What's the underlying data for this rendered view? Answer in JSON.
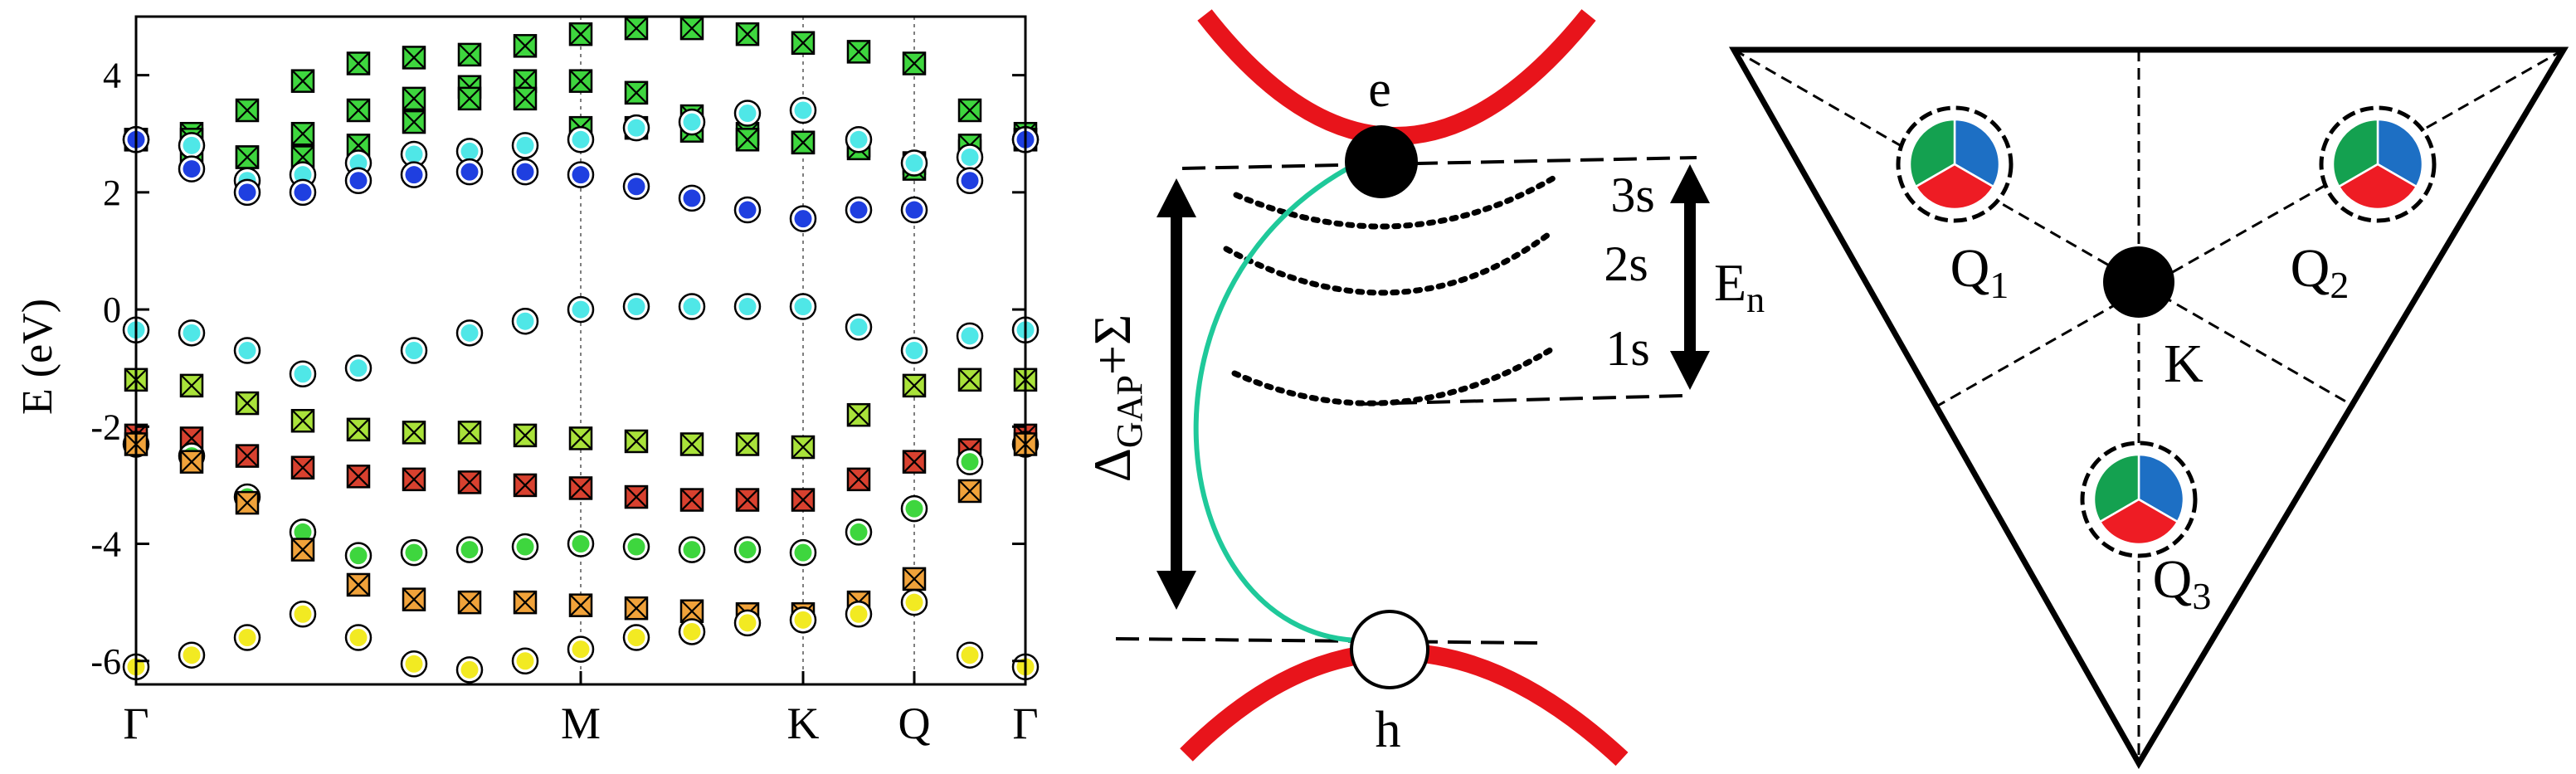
{
  "band_panel": {
    "ylabel": "E (eV)",
    "yticks": [
      "4",
      "2",
      "0",
      "-2",
      "-4",
      "-6"
    ],
    "ytick_values": [
      4,
      2,
      0,
      -2,
      -4,
      -6
    ],
    "ylim": [
      -6.4,
      5.0
    ],
    "kpoints": [
      "Γ",
      "M",
      "K",
      "Q",
      "Γ"
    ],
    "kpoint_positions": [
      0,
      1,
      1.5,
      1.75,
      2
    ],
    "grid": "vertical dashed lines at M, K, Q",
    "legend": "none",
    "marker_colors": {
      "blue": "#1f3fe0",
      "cyan": "#4fe7e7",
      "green": "#3ed63e",
      "yellowgreen": "#a9e23a",
      "yellow": "#f2ea22",
      "orange": "#f0a23a",
      "red": "#d8412f"
    }
  },
  "chart_data": {
    "type": "scatter",
    "title": "",
    "xlabel": "",
    "ylabel": "E (eV)",
    "x_ticks": [
      "Γ",
      "M",
      "K",
      "Q",
      "Γ"
    ],
    "ylim": [
      -6.4,
      5.0
    ],
    "bands": [
      {
        "marker": "box-x",
        "color": "#3ed63e",
        "x": [
          0,
          0.125,
          0.25,
          0.375,
          0.5,
          0.625,
          0.75,
          0.875,
          1,
          1.125,
          1.25,
          1.375,
          1.5,
          1.625,
          1.75,
          1.875,
          2
        ],
        "y": [
          2.9,
          3.0,
          3.4,
          3.9,
          4.2,
          4.3,
          4.35,
          4.5,
          4.7,
          4.8,
          4.8,
          4.7,
          4.55,
          4.4,
          4.2,
          3.4,
          3.0
        ]
      },
      {
        "marker": "box-x",
        "color": "#3ed63e",
        "x": [
          0,
          0.125,
          0.25,
          0.375,
          0.5,
          0.625,
          0.75,
          0.875,
          1,
          1.125,
          1.25,
          1.375,
          1.5,
          1.625,
          1.75,
          1.875,
          2
        ],
        "y": [
          2.9,
          2.9,
          2.6,
          3.0,
          3.4,
          3.6,
          3.8,
          3.9,
          3.9,
          3.7,
          3.3,
          3.0,
          2.85,
          2.8,
          2.5,
          2.7,
          2.9
        ]
      },
      {
        "marker": "box-x",
        "color": "#3ed63e",
        "x": [
          0,
          0.125,
          0.25,
          0.375,
          0.5,
          0.625,
          0.75,
          0.875,
          1,
          1.125,
          1.25,
          1.375,
          1.5,
          1.625,
          1.75,
          1.875,
          2
        ],
        "y": [
          2.9,
          2.7,
          2.6,
          2.6,
          2.8,
          3.2,
          3.6,
          3.6,
          3.1,
          3.1,
          3.05,
          2.9,
          2.85,
          2.75,
          2.4,
          2.8,
          2.9
        ]
      },
      {
        "marker": "circle",
        "color": "#4fe7e7",
        "x": [
          0,
          0.125,
          0.25,
          0.375,
          0.5,
          0.625,
          0.75,
          0.875,
          1,
          1.125,
          1.25,
          1.375,
          1.5,
          1.625,
          1.75,
          1.875,
          2
        ],
        "y": [
          2.9,
          2.8,
          2.2,
          2.3,
          2.5,
          2.65,
          2.7,
          2.8,
          2.9,
          3.1,
          3.2,
          3.35,
          3.4,
          2.9,
          2.5,
          2.6,
          2.9
        ]
      },
      {
        "marker": "circle",
        "color": "#1f3fe0",
        "x": [
          0,
          0.125,
          0.25,
          0.375,
          0.5,
          0.625,
          0.75,
          0.875,
          1,
          1.125,
          1.25,
          1.375,
          1.5,
          1.625,
          1.75,
          1.875,
          2
        ],
        "y": [
          2.9,
          2.4,
          2.0,
          2.0,
          2.2,
          2.3,
          2.35,
          2.35,
          2.3,
          2.1,
          1.9,
          1.7,
          1.55,
          1.7,
          1.7,
          2.2,
          2.9
        ]
      },
      {
        "marker": "circle",
        "color": "#4fe7e7",
        "x": [
          0,
          0.125,
          0.25,
          0.375,
          0.5,
          0.625,
          0.75,
          0.875,
          1,
          1.125,
          1.25,
          1.375,
          1.5,
          1.625,
          1.75,
          1.875,
          2
        ],
        "y": [
          -0.35,
          -0.4,
          -0.7,
          -1.1,
          -1.0,
          -0.7,
          -0.4,
          -0.2,
          0.0,
          0.05,
          0.05,
          0.05,
          0.05,
          -0.3,
          -0.7,
          -0.45,
          -0.35
        ]
      },
      {
        "marker": "box-x",
        "color": "#a9e23a",
        "x": [
          0,
          0.125,
          0.25,
          0.375,
          0.5,
          0.625,
          0.75,
          0.875,
          1,
          1.125,
          1.25,
          1.375,
          1.5,
          1.625,
          1.75,
          1.875,
          2
        ],
        "y": [
          -1.2,
          -1.3,
          -1.6,
          -1.9,
          -2.05,
          -2.1,
          -2.1,
          -2.15,
          -2.2,
          -2.25,
          -2.3,
          -2.3,
          -2.35,
          -1.8,
          -1.3,
          -1.2,
          -1.2
        ]
      },
      {
        "marker": "box-x",
        "color": "#d8412f",
        "x": [
          0,
          0.125,
          0.25,
          0.375,
          0.5,
          0.625,
          0.75,
          0.875,
          1,
          1.125,
          1.25,
          1.375,
          1.5,
          1.625,
          1.75,
          1.875,
          2
        ],
        "y": [
          -2.15,
          -2.2,
          -2.5,
          -2.7,
          -2.85,
          -2.9,
          -2.95,
          -3.0,
          -3.05,
          -3.2,
          -3.25,
          -3.25,
          -3.25,
          -2.9,
          -2.6,
          -2.4,
          -2.15
        ]
      },
      {
        "marker": "circle",
        "color": "#3ed63e",
        "x": [
          0,
          0.125,
          0.25,
          0.375,
          0.5,
          0.625,
          0.75,
          0.875,
          1,
          1.125,
          1.25,
          1.375,
          1.5,
          1.625,
          1.75,
          1.875,
          2
        ],
        "y": [
          -2.3,
          -2.5,
          -3.2,
          -3.8,
          -4.2,
          -4.15,
          -4.1,
          -4.05,
          -4.0,
          -4.05,
          -4.1,
          -4.1,
          -4.15,
          -3.8,
          -3.4,
          -2.6,
          -2.3
        ]
      },
      {
        "marker": "box-x",
        "color": "#f0a23a",
        "x": [
          0,
          0.125,
          0.25,
          0.375,
          0.5,
          0.625,
          0.75,
          0.875,
          1,
          1.125,
          1.25,
          1.375,
          1.5,
          1.625,
          1.75,
          1.875,
          2
        ],
        "y": [
          -2.3,
          -2.6,
          -3.3,
          -4.1,
          -4.7,
          -4.95,
          -5.0,
          -5.0,
          -5.05,
          -5.1,
          -5.15,
          -5.2,
          -5.2,
          -5.0,
          -4.6,
          -3.1,
          -2.3
        ]
      },
      {
        "marker": "circle",
        "color": "#f2ea22",
        "x": [
          0,
          0.125,
          0.25,
          0.375,
          0.5,
          0.625,
          0.75,
          0.875,
          1,
          1.125,
          1.25,
          1.375,
          1.5,
          1.625,
          1.75,
          1.875,
          2
        ],
        "y": [
          -6.1,
          -5.9,
          -5.6,
          -5.2,
          -5.6,
          -6.05,
          -6.15,
          -6.0,
          -5.8,
          -5.6,
          -5.5,
          -5.35,
          -5.3,
          -5.2,
          -5.0,
          -5.9,
          -6.1
        ]
      }
    ]
  },
  "exciton_panel": {
    "electron_label": "e",
    "hole_label": "h",
    "gap_label": "Δ",
    "gap_subscript": "GAP",
    "gap_suffix": "+Σ",
    "levels": [
      "3s",
      "2s",
      "1s"
    ],
    "energy_label": "E",
    "energy_subscript": "n",
    "band_color": "#e8141b",
    "transition_color": "#1fc99a"
  },
  "bz_panel": {
    "k_label": "K",
    "valleys": [
      {
        "name": "Q",
        "sub": "1"
      },
      {
        "name": "Q",
        "sub": "2"
      },
      {
        "name": "Q",
        "sub": "3"
      }
    ],
    "valley_colors": {
      "blue": "#1d6fc4",
      "green": "#14a150",
      "red": "#ee1c24"
    }
  }
}
